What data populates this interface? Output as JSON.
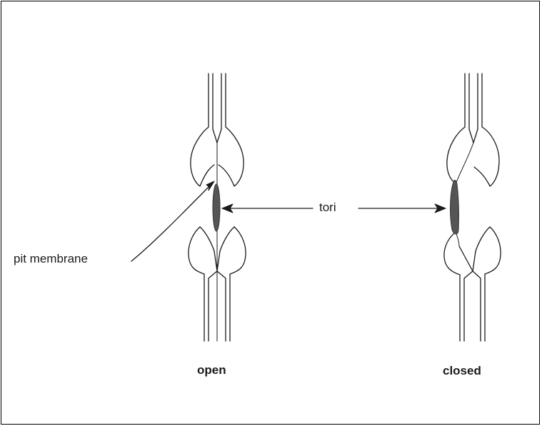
{
  "diagram": {
    "labels": {
      "pit_membrane": "pit membrane",
      "tori": "tori",
      "open": "open",
      "closed": "closed"
    },
    "colors": {
      "ink": "#1a1a1a",
      "torus_fill": "#555555",
      "background": "#ffffff"
    }
  }
}
